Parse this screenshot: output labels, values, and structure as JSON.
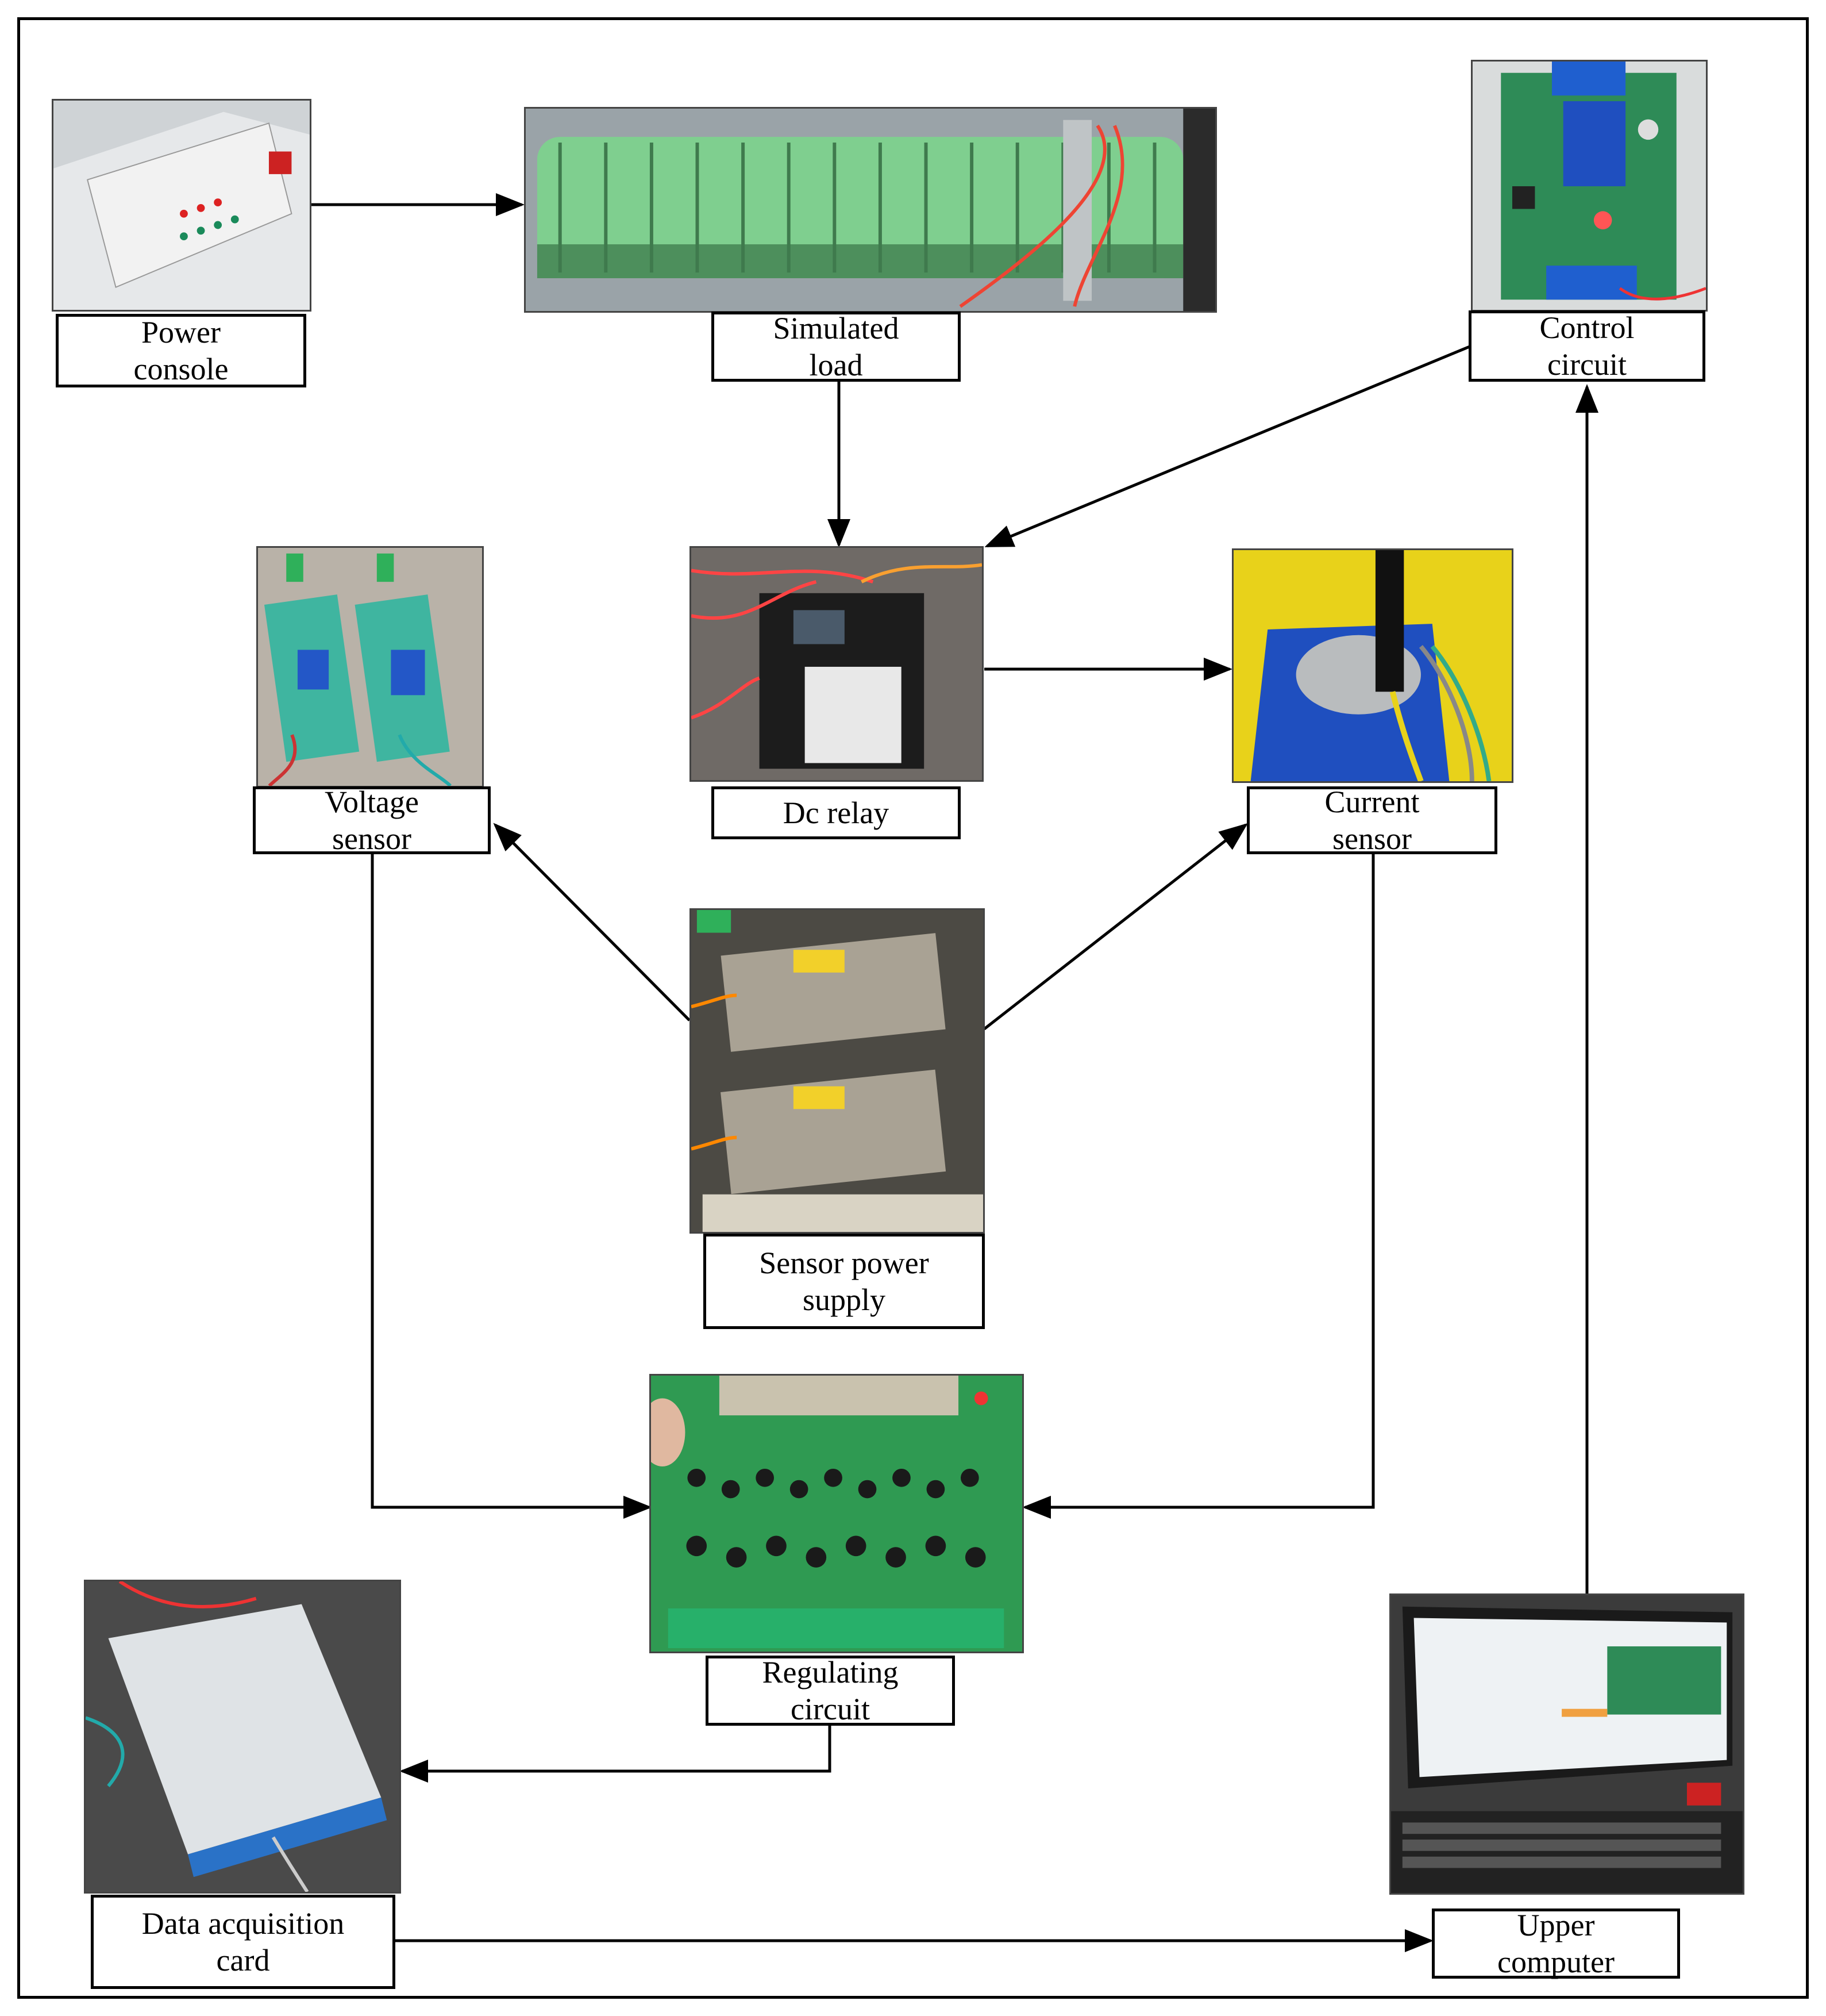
{
  "diagram": {
    "nodes": {
      "power_console": {
        "lines": [
          "Power",
          "console"
        ],
        "image": "power-console-photo"
      },
      "simulated_load": {
        "lines": [
          "Simulated",
          "load"
        ],
        "image": "resistor-load-photo"
      },
      "control_circuit": {
        "lines": [
          "Control",
          "circuit"
        ],
        "image": "relay-board-photo"
      },
      "voltage_sensor": {
        "lines": [
          "Voltage",
          "sensor"
        ],
        "image": "voltage-sensor-board-photo"
      },
      "dc_relay": {
        "lines": [
          "Dc relay"
        ],
        "image": "contactor-photo"
      },
      "current_sensor": {
        "lines": [
          "Current",
          "sensor"
        ],
        "image": "hall-sensor-photo"
      },
      "sensor_power_supply": {
        "lines": [
          "Sensor power",
          "supply"
        ],
        "image": "power-supply-modules-photo"
      },
      "regulating_circuit": {
        "lines": [
          "Regulating",
          "circuit"
        ],
        "image": "conditioning-pcb-photo"
      },
      "data_acquisition_card": {
        "lines": [
          "Data acquisition",
          "card"
        ],
        "image": "daq-card-photo"
      },
      "upper_computer": {
        "lines": [
          "Upper",
          "computer"
        ],
        "image": "computer-monitor-photo"
      }
    },
    "edges": [
      {
        "from": "power_console",
        "to": "simulated_load"
      },
      {
        "from": "simulated_load",
        "to": "dc_relay"
      },
      {
        "from": "control_circuit",
        "to": "dc_relay"
      },
      {
        "from": "dc_relay",
        "to": "current_sensor"
      },
      {
        "from": "sensor_power_supply",
        "to": "voltage_sensor"
      },
      {
        "from": "sensor_power_supply",
        "to": "current_sensor"
      },
      {
        "from": "voltage_sensor",
        "to": "regulating_circuit"
      },
      {
        "from": "current_sensor",
        "to": "regulating_circuit"
      },
      {
        "from": "regulating_circuit",
        "to": "data_acquisition_card"
      },
      {
        "from": "data_acquisition_card",
        "to": "upper_computer"
      },
      {
        "from": "upper_computer",
        "to": "control_circuit"
      }
    ]
  },
  "colors": {
    "line": "#000000",
    "pcb_green": "#2e8b57",
    "resistor_green": "#7fcf8f",
    "yellow": "#e8d21a",
    "blue": "#1f4fbf"
  }
}
